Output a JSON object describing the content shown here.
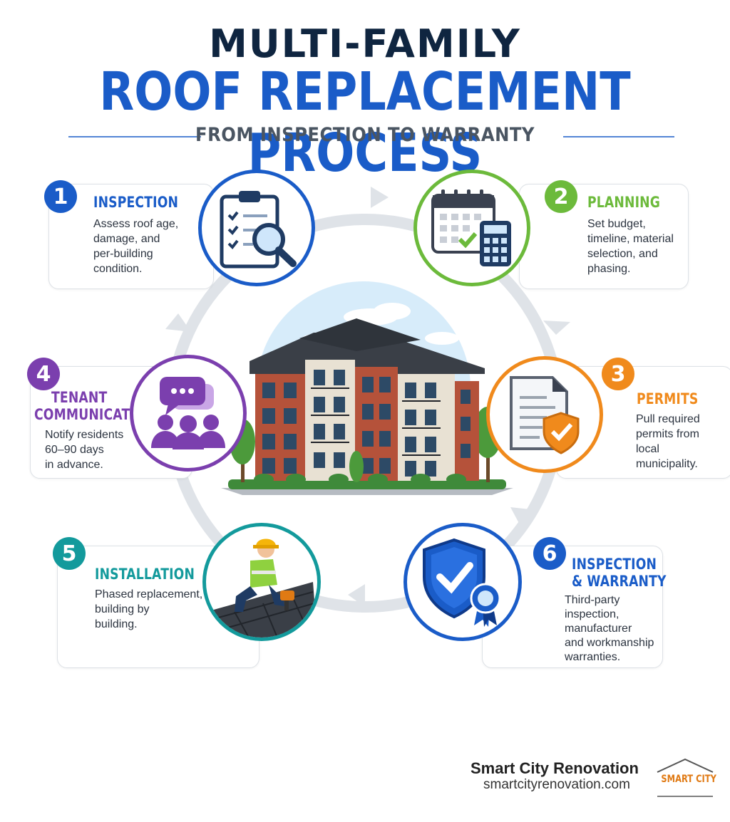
{
  "header": {
    "title_line1": "MULTI-FAMILY",
    "title_line2": "ROOF REPLACEMENT PROCESS",
    "subtitle": "FROM INSPECTION TO WARRANTY"
  },
  "steps": [
    {
      "number": "1",
      "title": "INSPECTION",
      "title2": "",
      "description": [
        "Assess roof age,",
        "damage, and",
        "per-building",
        "condition."
      ],
      "color": "#1a5cc8",
      "icon": "clipboard-magnifier-icon"
    },
    {
      "number": "2",
      "title": "PLANNING",
      "title2": "",
      "description": [
        "Set budget,",
        "timeline, material",
        "selection, and",
        "phasing."
      ],
      "color": "#6cba3b",
      "icon": "calendar-calculator-icon"
    },
    {
      "number": "3",
      "title": "PERMITS",
      "title2": "",
      "description": [
        "Pull required",
        "permits from",
        "local",
        "municipality."
      ],
      "color": "#f08a1c",
      "icon": "document-shield-icon"
    },
    {
      "number": "4",
      "title": "TENANT",
      "title2": "COMMUNICATION",
      "description": [
        "Notify residents",
        "60–90 days",
        "in advance."
      ],
      "color": "#7b3fae",
      "icon": "chat-people-icon"
    },
    {
      "number": "5",
      "title": "INSTALLATION",
      "title2": "",
      "description": [
        "Phased replacement,",
        "building by",
        "building."
      ],
      "color": "#139a9c",
      "icon": "roofer-worker-icon"
    },
    {
      "number": "6",
      "title": "INSPECTION",
      "title2": "& WARRANTY",
      "description": [
        "Third-party",
        "inspection,",
        "manufacturer",
        "and workmanship",
        "warranties."
      ],
      "color": "#1a5cc8",
      "icon": "shield-check-ribbon-icon"
    }
  ],
  "brand": {
    "name": "Smart City Renovation",
    "url": "smartcityrenovation.com",
    "logo_text": "SMART CITY"
  }
}
